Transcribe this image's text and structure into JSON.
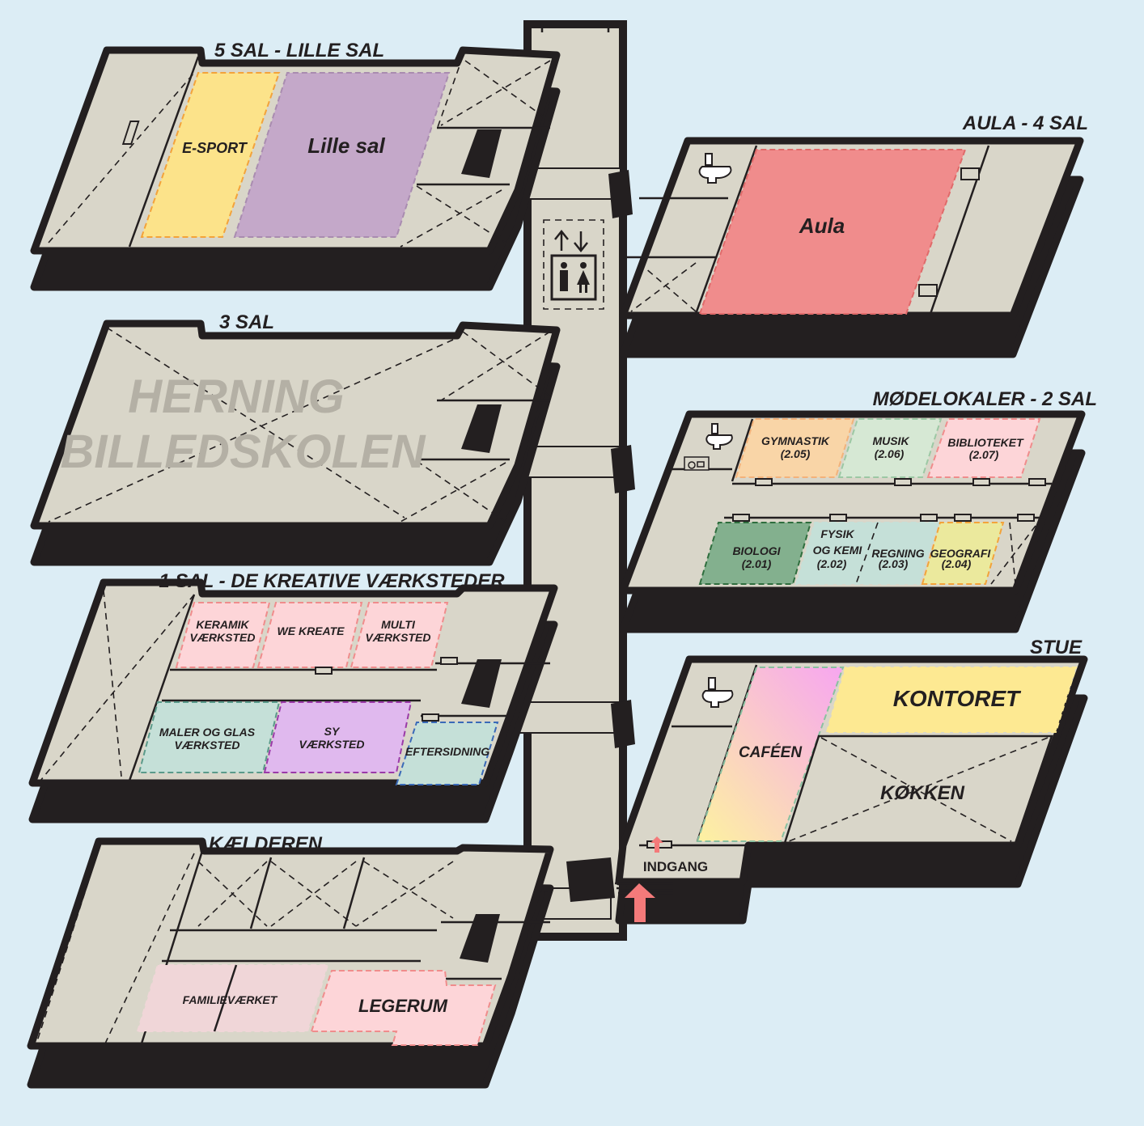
{
  "floors": {
    "sal5": {
      "title": "5 SAL - LILLE SAL",
      "rooms": {
        "esport": "E-SPORT",
        "lille_sal": "Lille sal"
      }
    },
    "sal4": {
      "title": "AULA - 4 SAL",
      "rooms": {
        "aula": "Aula"
      }
    },
    "sal3": {
      "title": "3 SAL",
      "watermark": [
        "HERNING",
        "BILLEDSKOLEN"
      ]
    },
    "sal2": {
      "title": "MØDELOKALER - 2 SAL",
      "rooms": {
        "gymnastik": [
          "GYMNASTIK",
          "(2.05)"
        ],
        "musik": [
          "MUSIK",
          "(2.06)"
        ],
        "bibliotek": [
          "BIBLIOTEKET",
          "(2.07)"
        ],
        "biologi": [
          "BIOLOGI",
          "(2.01)"
        ],
        "fysik": [
          "FYSIK",
          "OG KEMI",
          "(2.02)"
        ],
        "regning": [
          "REGNING",
          "(2.03)"
        ],
        "geografi": [
          "GEOGRAFI",
          "(2.04)"
        ]
      }
    },
    "sal1": {
      "title": "1 SAL - DE KREATIVE VÆRKSTEDER",
      "rooms": {
        "keramik": [
          "KERAMIK",
          "VÆRKSTED"
        ],
        "wekreate": "WE KREATE",
        "multi": [
          "MULTI",
          "VÆRKSTED"
        ],
        "maler": [
          "MALER OG GLAS",
          "VÆRKSTED"
        ],
        "sy": [
          "SY",
          "VÆRKSTED"
        ],
        "eftersidning": "EFTERSIDNING"
      }
    },
    "stue": {
      "title": "STUE",
      "rooms": {
        "cafeen": "CAFÉEN",
        "kontoret": "KONTORET",
        "kokken": "KØKKEN",
        "indgang": "INDGANG"
      }
    },
    "kaelder": {
      "title": "KÆLDEREN",
      "rooms": {
        "familie": "FAMILIEVÆRKET",
        "legerum": "LEGERUM"
      }
    }
  },
  "icons": {
    "elevator": "elevator-icon",
    "toilet": "toilet-icon",
    "accessible_toilet": "accessible-toilet-icon",
    "entrance_arrow": "entrance-arrow-icon"
  },
  "colors": {
    "background": "#dcedf5",
    "floor": "#d9d6c9",
    "outline": "#231f20",
    "esport": "#fce38a",
    "lille_sal": "#c4a8c9",
    "aula": "#f08c8c",
    "entrance": "#f47a7a"
  }
}
